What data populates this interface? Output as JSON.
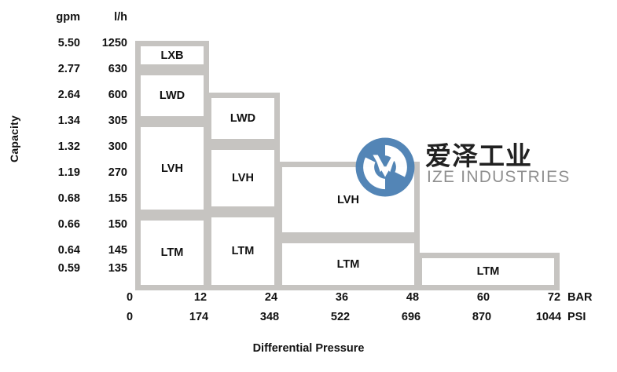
{
  "chart_data": {
    "type": "bar",
    "title": "",
    "xlabel": "Differential Pressure",
    "ylabel": "Capacity",
    "grid": false,
    "legend": "none",
    "x_axis": {
      "primary_unit": "BAR",
      "secondary_unit": "PSI",
      "bar_ticks": [
        "0",
        "12",
        "24",
        "36",
        "48",
        "60",
        "72"
      ],
      "psi_ticks": [
        "0",
        "174",
        "348",
        "522",
        "696",
        "870",
        "1044"
      ],
      "xlim_bar": [
        0,
        72
      ]
    },
    "y_axis": {
      "header_gpm": "gpm",
      "header_lh": "l/h",
      "ticks": [
        {
          "gpm": "5.50",
          "lh": "1250"
        },
        {
          "gpm": "2.77",
          "lh": "630"
        },
        {
          "gpm": "2.64",
          "lh": "600"
        },
        {
          "gpm": "1.34",
          "lh": "305"
        },
        {
          "gpm": "1.32",
          "lh": "300"
        },
        {
          "gpm": "1.19",
          "lh": "270"
        },
        {
          "gpm": "0.68",
          "lh": "155"
        },
        {
          "gpm": "0.66",
          "lh": "150"
        },
        {
          "gpm": "0.64",
          "lh": "145"
        },
        {
          "gpm": "0.59",
          "lh": "135"
        }
      ]
    },
    "boxes": [
      {
        "label": "LXB",
        "pressure_bar": [
          0,
          12
        ],
        "capacity_lh": [
          630,
          1250
        ]
      },
      {
        "label": "LWD",
        "pressure_bar": [
          0,
          12
        ],
        "capacity_lh": [
          305,
          630
        ]
      },
      {
        "label": "LVH",
        "pressure_bar": [
          0,
          12
        ],
        "capacity_lh": [
          155,
          305
        ]
      },
      {
        "label": "LTM",
        "pressure_bar": [
          0,
          12
        ],
        "capacity_lh": [
          0,
          155
        ]
      },
      {
        "label": "LWD",
        "pressure_bar": [
          12,
          24
        ],
        "capacity_lh": [
          300,
          600
        ]
      },
      {
        "label": "LVH",
        "pressure_bar": [
          12,
          24
        ],
        "capacity_lh": [
          150,
          300
        ]
      },
      {
        "label": "LTM",
        "pressure_bar": [
          12,
          24
        ],
        "capacity_lh": [
          0,
          150
        ]
      },
      {
        "label": "LVH",
        "pressure_bar": [
          24,
          48
        ],
        "capacity_lh": [
          145,
          270
        ]
      },
      {
        "label": "LTM",
        "pressure_bar": [
          24,
          48
        ],
        "capacity_lh": [
          0,
          145
        ]
      },
      {
        "label": "LTM",
        "pressure_bar": [
          48,
          72
        ],
        "capacity_lh": [
          0,
          135
        ]
      }
    ]
  },
  "labels": {
    "y_axis_title": "Capacity",
    "x_axis_title": "Differential Pressure",
    "header_gpm": "gpm",
    "header_lh": "l/h",
    "unit_bar": "BAR",
    "unit_psi": "PSI"
  },
  "capacity_rows": [
    {
      "gpm": "5.50",
      "lh": "1250"
    },
    {
      "gpm": "2.77",
      "lh": "630"
    },
    {
      "gpm": "2.64",
      "lh": "600"
    },
    {
      "gpm": "1.34",
      "lh": "305"
    },
    {
      "gpm": "1.32",
      "lh": "300"
    },
    {
      "gpm": "1.19",
      "lh": "270"
    },
    {
      "gpm": "0.68",
      "lh": "155"
    },
    {
      "gpm": "0.66",
      "lh": "150"
    },
    {
      "gpm": "0.64",
      "lh": "145"
    },
    {
      "gpm": "0.59",
      "lh": "135"
    }
  ],
  "bar_labels": {
    "c1_lxb": "LXB",
    "c1_lwd": "LWD",
    "c1_lvh": "LVH",
    "c1_ltm": "LTM",
    "c2_lwd": "LWD",
    "c2_lvh": "LVH",
    "c2_ltm": "LTM",
    "c3_lvh": "LVH",
    "c3_ltm": "LTM",
    "c4_ltm": "LTM"
  },
  "x_bar_ticks": [
    "0",
    "12",
    "24",
    "36",
    "48",
    "60",
    "72"
  ],
  "x_psi_ticks": [
    "0",
    "174",
    "348",
    "522",
    "696",
    "870",
    "1044"
  ],
  "watermark": {
    "cn": "爱泽工业",
    "en": "IZE INDUSTRIES",
    "logo_color": "#4e82b4"
  },
  "colors": {
    "border": "#c6c4c1",
    "text": "#111111",
    "background": "#ffffff"
  }
}
